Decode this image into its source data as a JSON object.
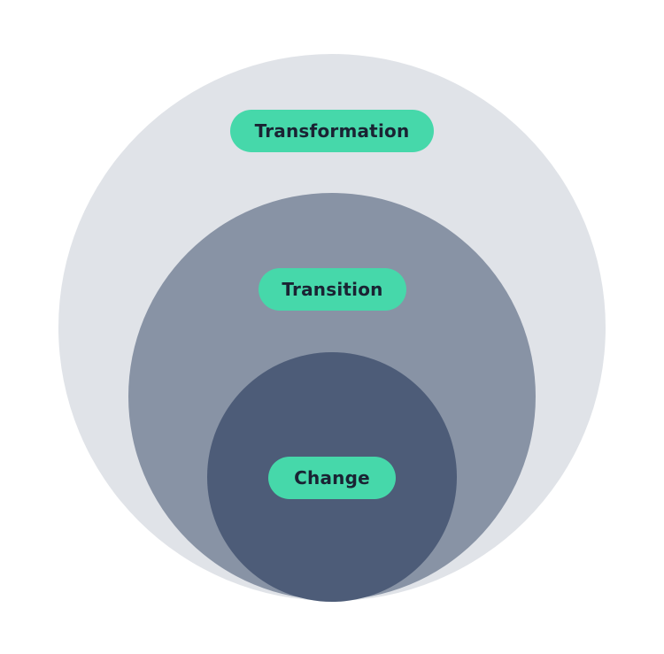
{
  "colors": {
    "background": "#ffffff",
    "outer_circle": "#e0e3e8",
    "middle_circle": "#8893a5",
    "inner_circle": "#4d5c78",
    "pill_fill": "#46d8aa",
    "pill_text": "#1a2333"
  },
  "diagram": {
    "layers": [
      {
        "label": "Transformation"
      },
      {
        "label": "Transition"
      },
      {
        "label": "Change"
      }
    ]
  }
}
